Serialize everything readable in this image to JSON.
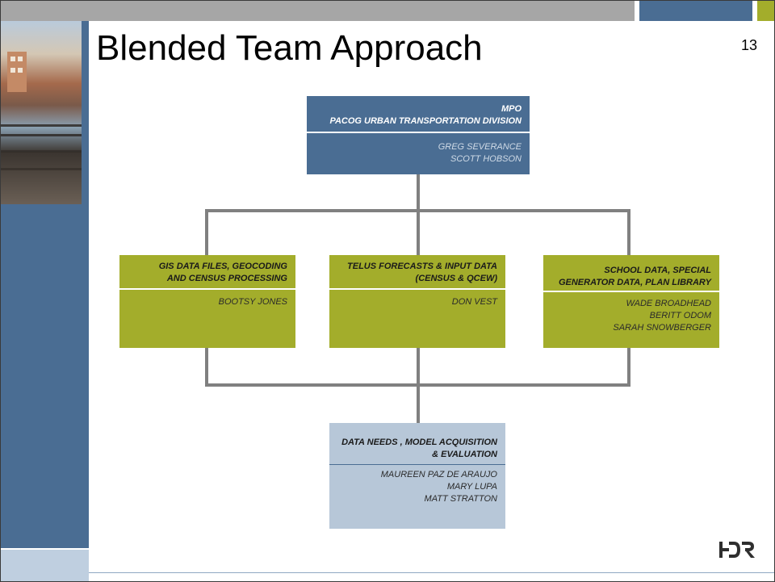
{
  "slide": {
    "title": "Blended Team Approach",
    "page_number": "13"
  },
  "colors": {
    "header_gray": "#a6a6a6",
    "brand_blue": "#4a6d93",
    "olive_green": "#a3ad2b",
    "light_blue": "#b7c7d8",
    "connector_gray": "#808080"
  },
  "org_chart": {
    "top": {
      "header_lines": [
        "MPO",
        "PACOG URBAN TRANSPORTATION DIVISION"
      ],
      "names": [
        "GREG SEVERANCE",
        "SCOTT HOBSON"
      ]
    },
    "middle": [
      {
        "header_lines": [
          "GIS DATA FILES, GEOCODING",
          "AND CENSUS PROCESSING"
        ],
        "names": [
          "BOOTSY JONES"
        ]
      },
      {
        "header_lines": [
          "TELUS FORECASTS & INPUT DATA",
          "(CENSUS & QCEW)"
        ],
        "names": [
          "DON VEST"
        ]
      },
      {
        "header_lines": [
          "SCHOOL DATA, SPECIAL",
          "GENERATOR DATA, PLAN LIBRARY"
        ],
        "names": [
          "WADE BROADHEAD",
          "BERITT ODOM",
          "SARAH SNOWBERGER"
        ]
      }
    ],
    "bottom": {
      "header_lines": [
        "DATA NEEDS , MODEL ACQUISITION",
        "& EVALUATION"
      ],
      "names": [
        "MAUREEN PAZ DE ARAUJO",
        "MARY LUPA",
        "MATT STRATTON"
      ]
    }
  },
  "logo": {
    "text": "HDR",
    "icon": "hdr-logo-icon"
  }
}
